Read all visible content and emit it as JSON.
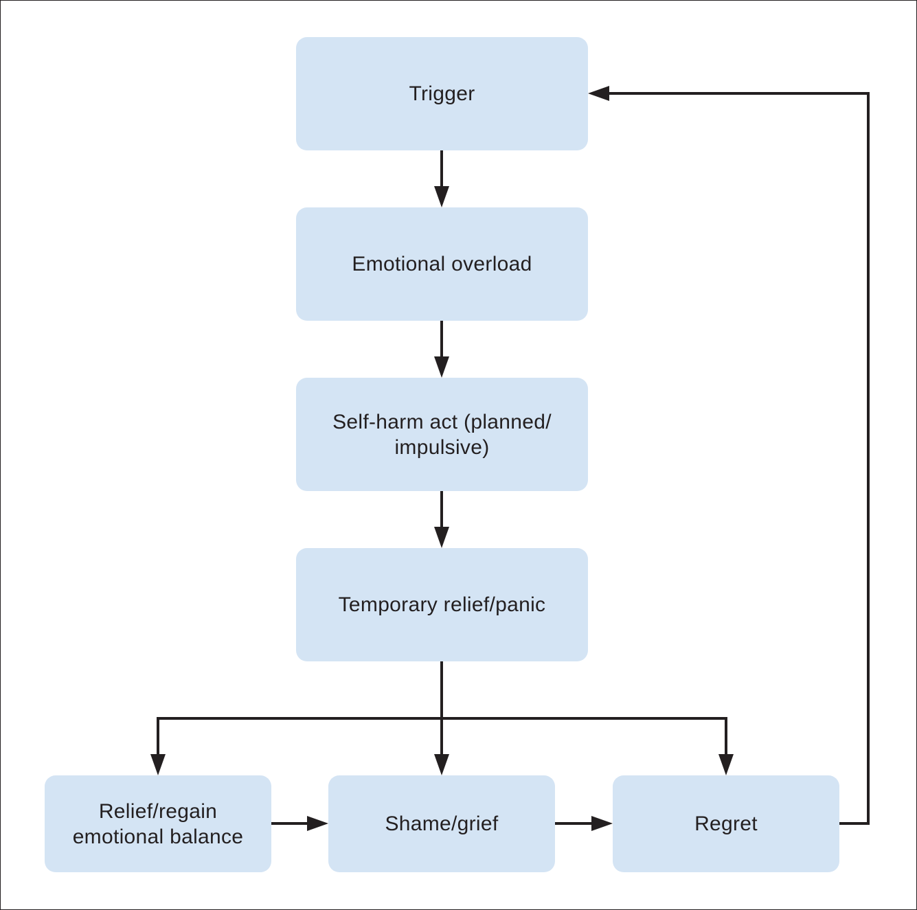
{
  "diagram": {
    "nodes": {
      "trigger": "Trigger",
      "overload": "Emotional overload",
      "selfharm": "Self-harm act (planned/\nimpulsive)",
      "temporary": "Temporary relief/panic",
      "relief": "Relief/regain\nemotional balance",
      "shame": "Shame/grief",
      "regret": "Regret"
    },
    "edges": [
      {
        "from": "Trigger",
        "to": "Emotional overload"
      },
      {
        "from": "Emotional overload",
        "to": "Self-harm act (planned/impulsive)"
      },
      {
        "from": "Self-harm act (planned/impulsive)",
        "to": "Temporary relief/panic"
      },
      {
        "from": "Temporary relief/panic",
        "to": "Relief/regain emotional balance"
      },
      {
        "from": "Temporary relief/panic",
        "to": "Shame/grief"
      },
      {
        "from": "Temporary relief/panic",
        "to": "Regret"
      },
      {
        "from": "Relief/regain emotional balance",
        "to": "Shame/grief"
      },
      {
        "from": "Shame/grief",
        "to": "Regret"
      },
      {
        "from": "Regret",
        "to": "Trigger"
      }
    ],
    "colors": {
      "node_fill": "#d4e4f4",
      "line": "#231f20",
      "text": "#231f20"
    }
  }
}
